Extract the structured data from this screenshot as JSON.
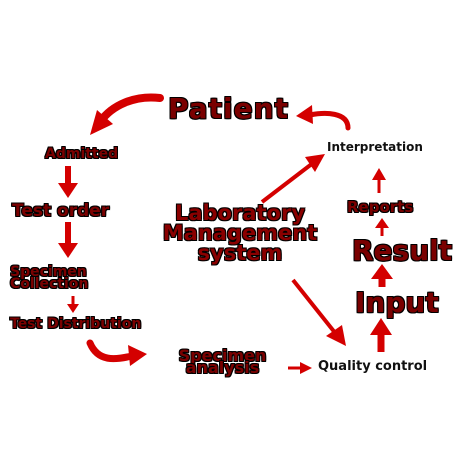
{
  "diagram": {
    "title_lines": [
      "Laboratory",
      "Management",
      "system"
    ],
    "nodes": {
      "patient": "Patient",
      "admitted": "Admitted",
      "test_order": "Test order",
      "specimen_collection": [
        "Specimen",
        "Collection"
      ],
      "test_distribution": "Test Distribution",
      "specimen_analysis": [
        "Specimen",
        "analysis"
      ],
      "quality_control": "Quality control",
      "input": "Input",
      "result": "Result",
      "reports": "Reports",
      "interpretation": "Interpretation"
    },
    "colors": {
      "arrow": "#d40000",
      "text_red": "#8a0000",
      "outline": "#000000",
      "background": "#ffffff"
    }
  }
}
